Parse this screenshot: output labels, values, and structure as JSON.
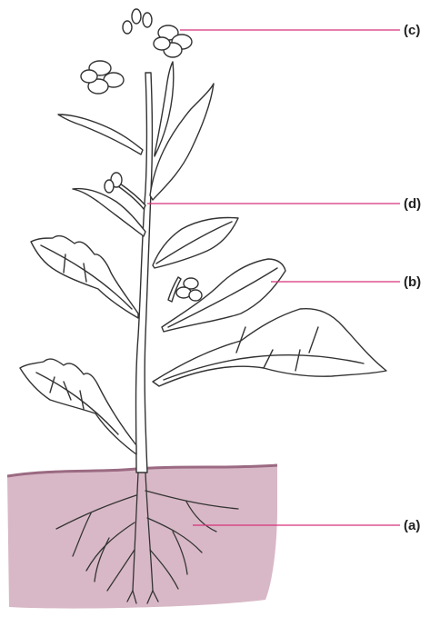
{
  "labels": {
    "c": "(c)",
    "d": "(d)",
    "b": "(b)",
    "a": "(a)"
  },
  "colors": {
    "soil": "#d8b8c6",
    "soil_line": "#9b6a82",
    "pointer": "#d6307a",
    "outline": "#333333"
  }
}
